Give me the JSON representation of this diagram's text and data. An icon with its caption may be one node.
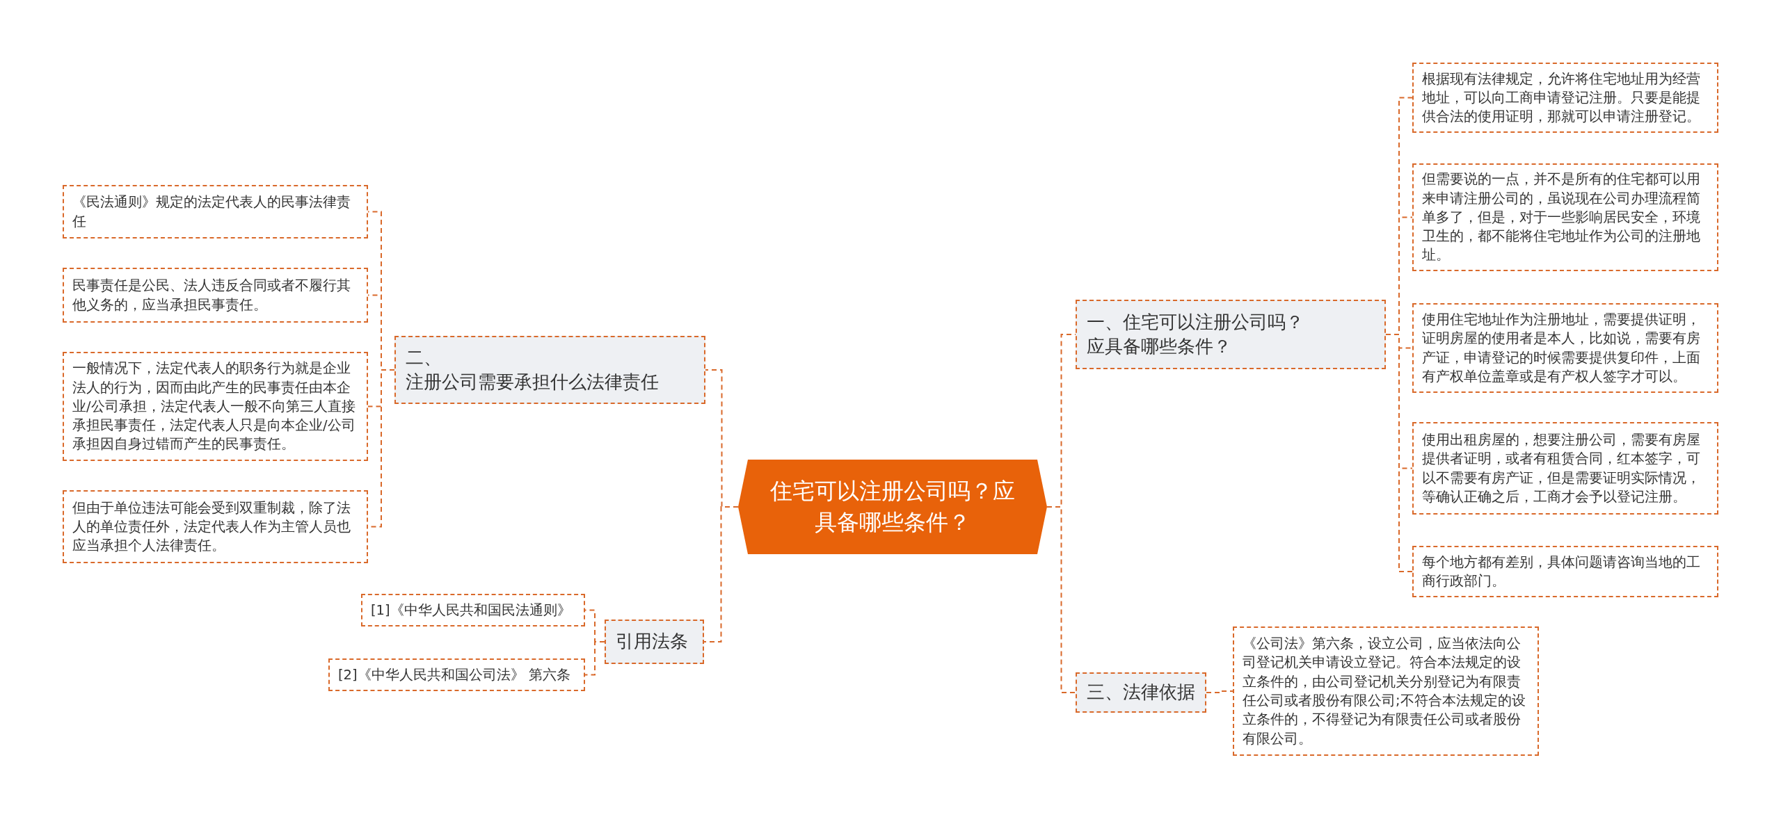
{
  "diagram": {
    "nodes": [
      {
        "text": [
          "住宅可以注册公司吗？应具备哪些条件？"
        ]
      },
      {
        "text": [
          "二、注册公司需要承担什么法律责任"
        ]
      },
      {
        "text": [
          "《民法通则》规定的法定代表人的民事法律责任"
        ]
      },
      {
        "text": [
          "民事责任是公民、法人违反合同或者不履行其他义务的，应当承担民事责任。"
        ]
      },
      {
        "text": [
          "一般情况下，法定代表人的职务行为就是企业法人的行为，因而由此产生的民事责任由本企业/公司承担，法定代表人一般不向第三人直接承担民事责任，法定代表人只是向本企业/公司承担因自身过错而产生的民事责任。"
        ]
      },
      {
        "text": [
          "但由于单位违法可能会受到双重制裁，除了法人的单位责任外，法定代表人作为主管人员也应当承担个人法律责任。"
        ]
      },
      {
        "text": [
          "引用法条"
        ]
      },
      {
        "text": [
          "[1]《中华人民共和国民法通则》"
        ]
      },
      {
        "text": [
          "[2]《中华人民共和国公司法》 第六条"
        ]
      },
      {
        "text": [
          "一、住宅可以注册公司吗？应具备哪些条件？"
        ]
      },
      {
        "text": [
          "根据现有法律规定，允许将住宅地址用为经营地址，可以向工商申请登记注册。只要是能提供合法的使用证明，那就可以申请注册登记。"
        ]
      },
      {
        "text": [
          "但需要说的一点，并不是所有的住宅都可以用来申请注册公司的，虽说现在公司办理流程简单多了，但是，对于一些影响居民安全，环境卫生的，都不能将住宅地址作为公司的注册地址。"
        ]
      },
      {
        "text": [
          "使用住宅地址作为注册地址，需要提供证明，证明房屋的使用者是本人，比如说，需要有房产证，申请登记的时候需要提供复印件，上面有产权单位盖章或是有产权人签字才可以。"
        ]
      },
      {
        "text": [
          "使用出租房屋的，想要注册公司，需要有房屋提供者证明，或者有租赁合同，红本签字，可以不需要有房产证，但是需要证明实际情况，等确认正确之后，工商才会予以登记注册。"
        ]
      },
      {
        "text": [
          "每个地方都有差别，具体问题请咨询当地的工商行政部门。"
        ]
      },
      {
        "text": [
          "三、法律依据"
        ]
      },
      {
        "text": [
          "《公司法》第六条，设立公司，应当依法向公司登记机关申请设立登记。符合本法规定的设立条件的，由公司登记机关分别登记为有限责任公司或者股份有限公司;不符合本法规定的设立条件的，不得登记为有限责任公司或者股份有限公司。"
        ]
      }
    ],
    "edges": [
      {
        "from": 0,
        "to": 1,
        "arrow": "none",
        "style": "dashed"
      },
      {
        "from": 1,
        "to": 2,
        "arrow": "none",
        "style": "dashed"
      },
      {
        "from": 1,
        "to": 3,
        "arrow": "none",
        "style": "dashed"
      },
      {
        "from": 1,
        "to": 4,
        "arrow": "none",
        "style": "dashed"
      },
      {
        "from": 1,
        "to": 5,
        "arrow": "none",
        "style": "dashed"
      },
      {
        "from": 0,
        "to": 6,
        "arrow": "none",
        "style": "dashed"
      },
      {
        "from": 6,
        "to": 7,
        "arrow": "none",
        "style": "dashed"
      },
      {
        "from": 6,
        "to": 8,
        "arrow": "none",
        "style": "dashed"
      },
      {
        "from": 0,
        "to": 9,
        "arrow": "none",
        "style": "dashed"
      },
      {
        "from": 9,
        "to": 10,
        "arrow": "none",
        "style": "dashed"
      },
      {
        "from": 9,
        "to": 11,
        "arrow": "none",
        "style": "dashed"
      },
      {
        "from": 9,
        "to": 12,
        "arrow": "none",
        "style": "dashed"
      },
      {
        "from": 9,
        "to": 13,
        "arrow": "none",
        "style": "dashed"
      },
      {
        "from": 9,
        "to": 14,
        "arrow": "none",
        "style": "dashed"
      },
      {
        "from": 0,
        "to": 15,
        "arrow": "none",
        "style": "dashed"
      },
      {
        "from": 15,
        "to": 16,
        "arrow": "none",
        "style": "dashed"
      }
    ]
  }
}
